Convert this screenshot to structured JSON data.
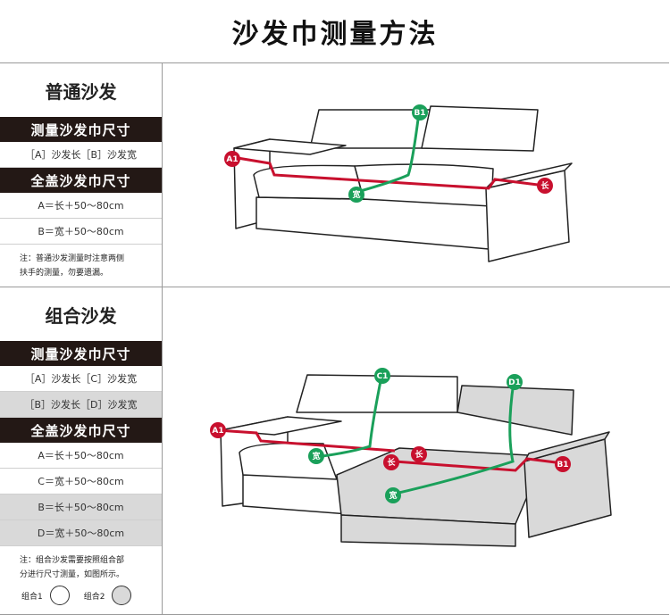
{
  "title": "沙发巾测量方法",
  "normal": {
    "heading": "普通沙发",
    "measure_bar": "测量沙发巾尺寸",
    "measure_rows": [
      "［A］沙发长［B］沙发宽"
    ],
    "cover_bar": "全盖沙发巾尺寸",
    "cover_rows": [
      "A＝长＋50～80cm",
      "B＝宽＋50～80cm"
    ],
    "note_lines": [
      "注：普通沙发测量时注意两侧",
      "扶手的测量，勿要遗漏。"
    ],
    "labels": {
      "a1": "A1",
      "b1": "B1",
      "wide": "宽",
      "long": "长"
    }
  },
  "combo": {
    "heading": "组合沙发",
    "measure_bar": "测量沙发巾尺寸",
    "measure_rows": [
      "［A］沙发长［C］沙发宽",
      "［B］沙发长［D］沙发宽"
    ],
    "cover_bar": "全盖沙发巾尺寸",
    "cover_rows": [
      "A＝长＋50～80cm",
      "C＝宽＋50～80cm",
      "B＝长＋50～80cm",
      "D＝宽＋50～80cm"
    ],
    "note_lines": [
      "注：组合沙发需要按照组合部",
      "分进行尺寸测量，如图所示。"
    ],
    "legend": {
      "combo1": "组合1",
      "combo2": "组合2"
    },
    "labels": {
      "a1": "A1",
      "c1": "C1",
      "d1": "D1",
      "b1": "B1",
      "wide1": "宽",
      "wide2": "宽",
      "long1": "长",
      "long2": "长"
    }
  },
  "colors": {
    "red": "#c8102e",
    "green": "#1aa05a",
    "dark": "#231815",
    "gray_fill": "#d9d9d9"
  }
}
